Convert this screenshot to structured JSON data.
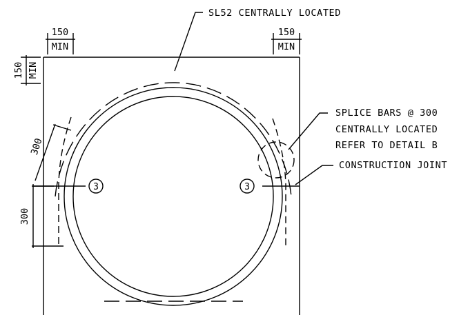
{
  "drawing": {
    "notes": {
      "sl52": "SL52 CENTRALLY LOCATED",
      "splice_line1": "SPLICE BARS @ 300",
      "splice_line2": "CENTRALLY LOCATED",
      "splice_line3": "REFER TO DETAIL B",
      "construction_joint": "CONSTRUCTION JOINT"
    },
    "dimensions": {
      "left_top_value": "150",
      "left_top_min": "MIN",
      "right_top_value": "150",
      "right_top_min": "MIN",
      "side_top_value": "150",
      "side_top_min": "MIN",
      "arc_spacing": "300",
      "vertical_spacing": "300"
    },
    "bar_marks": {
      "left": "3",
      "right": "3"
    }
  }
}
